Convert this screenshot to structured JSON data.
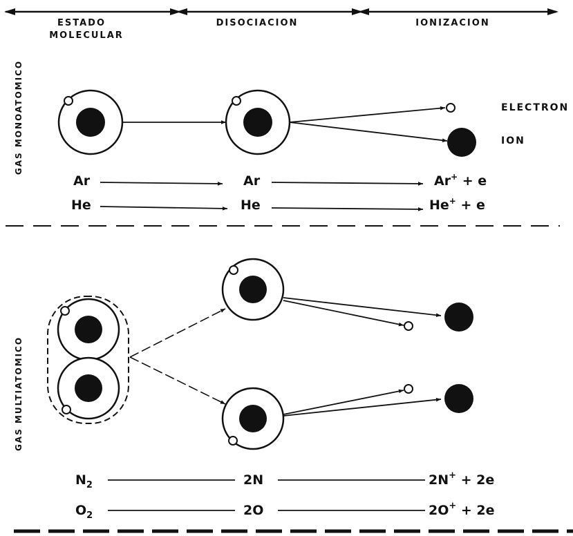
{
  "colors": {
    "ink": "#111111",
    "background": "#ffffff"
  },
  "stages": {
    "molecular_line1": "ESTADO",
    "molecular_line2": "MOLECULAR",
    "dissociation": "DISOCIACION",
    "ionization": "IONIZACION"
  },
  "sections": {
    "monatomic": "GAS MONOATOMICO",
    "polyatomic": "GAS MULTIATOMICO"
  },
  "particle_labels": {
    "electron": "ELECTRON",
    "ion": "ION"
  },
  "reactions": {
    "argon": {
      "start": "Ar",
      "middle": "Ar",
      "end": "Ar",
      "end_charge": "+",
      "end_tail": " + e"
    },
    "helium": {
      "start": "He",
      "middle": "He",
      "end": "He",
      "end_charge": "+",
      "end_tail": " + e"
    },
    "nitrogen": {
      "start": "N",
      "start_sub": "2",
      "middle": "2N",
      "end": "2N",
      "end_charge": "+",
      "end_tail": " + 2e"
    },
    "oxygen": {
      "start": "O",
      "start_sub": "2",
      "middle": "2O",
      "end": "2O",
      "end_charge": "+",
      "end_tail": " + 2e"
    }
  }
}
